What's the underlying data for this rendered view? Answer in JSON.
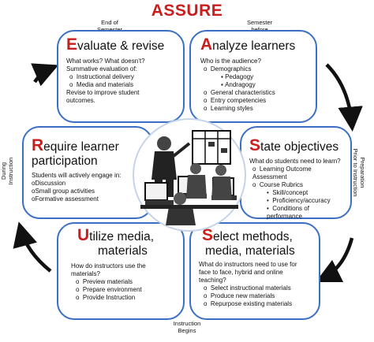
{
  "title": "ASSURE",
  "edge_labels": {
    "end_of_semester": [
      "End of",
      "Semester"
    ],
    "semester_before": [
      "Semester",
      "before"
    ],
    "instruction_begins": [
      "Instruction",
      "Begins"
    ],
    "during_instruction": [
      "During",
      "Instruction"
    ],
    "preparation": [
      "Preparation",
      "Prior to Instruction"
    ]
  },
  "cards": {
    "evaluate": {
      "letter": "E",
      "rest": "valuate & revise",
      "lines": [
        "What works?  What doesn’t?",
        "Summative evaluation of:"
      ],
      "bullets": [
        "Instructional delivery",
        "Media and materials"
      ],
      "after": [
        "Revise to improve student",
        "outcomes."
      ]
    },
    "analyze": {
      "letter": "A",
      "rest": "nalyze learners",
      "lines": [
        "Who is the audience?"
      ],
      "bullets": [
        "Demographics",
        "General characteristics",
        "Entry competencies",
        "Learning styles"
      ],
      "sub_bullets": [
        "Pedagogy",
        "Andragogy"
      ]
    },
    "require": {
      "letter": "R",
      "rest_line1": "equire learner",
      "line2": "participation",
      "lines": [
        "Students will actively engage in:"
      ],
      "bullets": [
        "Discussion",
        "Small group activities",
        "Formative assessment"
      ]
    },
    "state": {
      "letter": "S",
      "rest": "tate objectives",
      "lines": [
        "What do students need to learn?"
      ],
      "bullets": [
        "Learning Outcome Assessment",
        "Course Rubrics"
      ],
      "sub_bullets": [
        "Skill/concept",
        "Proficiency/accuracy",
        "Conditions of performance"
      ]
    },
    "utilize": {
      "letter": "U",
      "rest_line1": "tilize media,",
      "line2": "materials",
      "lines": [
        "How do instructors use the",
        "materials?"
      ],
      "bullets": [
        "Preview materials",
        "Prepare environment",
        "Provide Instruction"
      ]
    },
    "select": {
      "letter": "S",
      "rest_line1": "elect methods,",
      "line2": "media, materials",
      "lines": [
        "What do instructors need to use for",
        "face to face, hybrid and online",
        "teaching?"
      ],
      "bullets": [
        "Select instructional materials",
        "Produce new materials",
        "Repurpose existing materials"
      ]
    }
  },
  "colors": {
    "accent_red": "#c81e1e",
    "card_border": "#3a6fc4",
    "arrow": "#111111"
  }
}
